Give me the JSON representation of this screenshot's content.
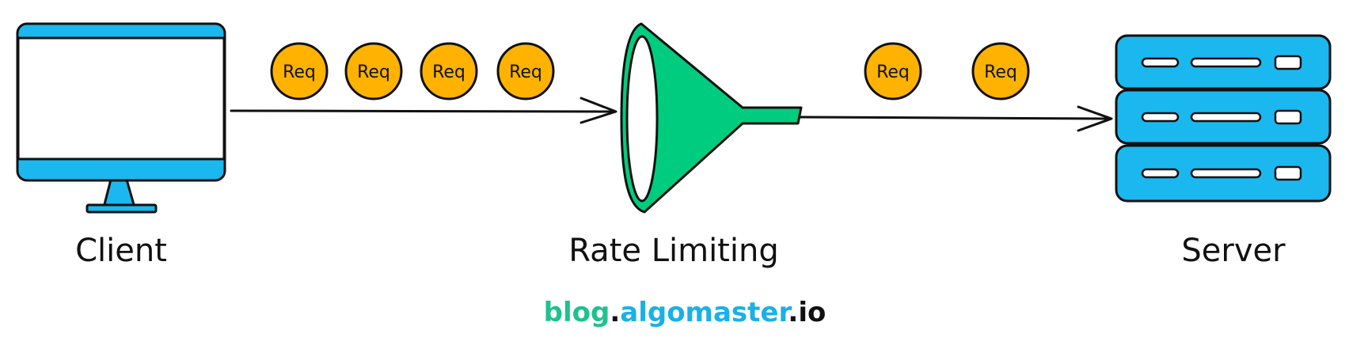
{
  "nodes": {
    "client": {
      "label": "Client",
      "icon": "monitor-icon"
    },
    "rate_limiter": {
      "label": "Rate Limiting",
      "icon": "funnel-icon"
    },
    "server": {
      "label": "Server",
      "icon": "server-rack-icon"
    }
  },
  "incoming_requests": [
    "Req",
    "Req",
    "Req",
    "Req"
  ],
  "outgoing_requests": [
    "Req",
    "Req"
  ],
  "watermark": {
    "part1": "blog",
    "dot1": ".",
    "part2": "algomaster",
    "dot2": ".",
    "part3": "io"
  },
  "colors": {
    "client_accent": "#1ab8ef",
    "funnel": "#00cc7f",
    "server": "#1ab8ef",
    "request_token": "#ffb300",
    "outline": "#111111",
    "watermark_green": "#1ec28b",
    "watermark_blue": "#1ab0e8",
    "watermark_dark": "#111111"
  }
}
